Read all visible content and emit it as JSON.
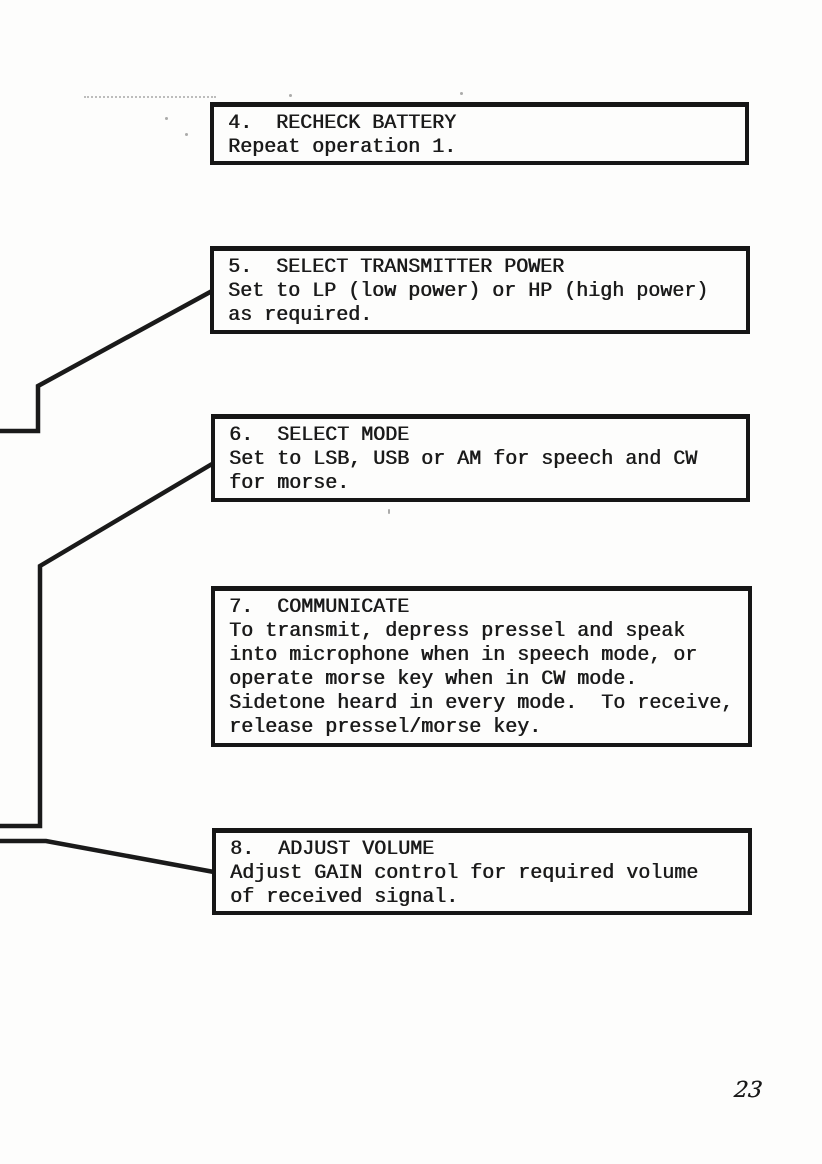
{
  "page": {
    "number": "23"
  },
  "colors": {
    "ink": "#1b1b1b",
    "paper": "#fdfdfc"
  },
  "boxes": [
    {
      "id": "4",
      "title": "4.  RECHECK BATTERY",
      "lines": [
        "Repeat operation 1."
      ]
    },
    {
      "id": "5",
      "title": "5.  SELECT TRANSMITTER POWER",
      "lines": [
        "Set to LP (low power) or HP (high power)",
        "as required."
      ]
    },
    {
      "id": "6",
      "title": "6.  SELECT MODE",
      "lines": [
        "Set to LSB, USB or AM for speech and CW",
        "for morse."
      ]
    },
    {
      "id": "7",
      "title": "7.  COMMUNICATE",
      "lines": [
        "To transmit, depress pressel and speak",
        "into microphone when in speech mode, or",
        "operate morse key when in CW mode.",
        "Sidetone heard in every mode.  To receive,",
        "release pressel/morse key."
      ]
    },
    {
      "id": "8",
      "title": "8.  ADJUST VOLUME",
      "lines": [
        "Adjust GAIN control for required volume",
        "of received signal."
      ]
    }
  ]
}
